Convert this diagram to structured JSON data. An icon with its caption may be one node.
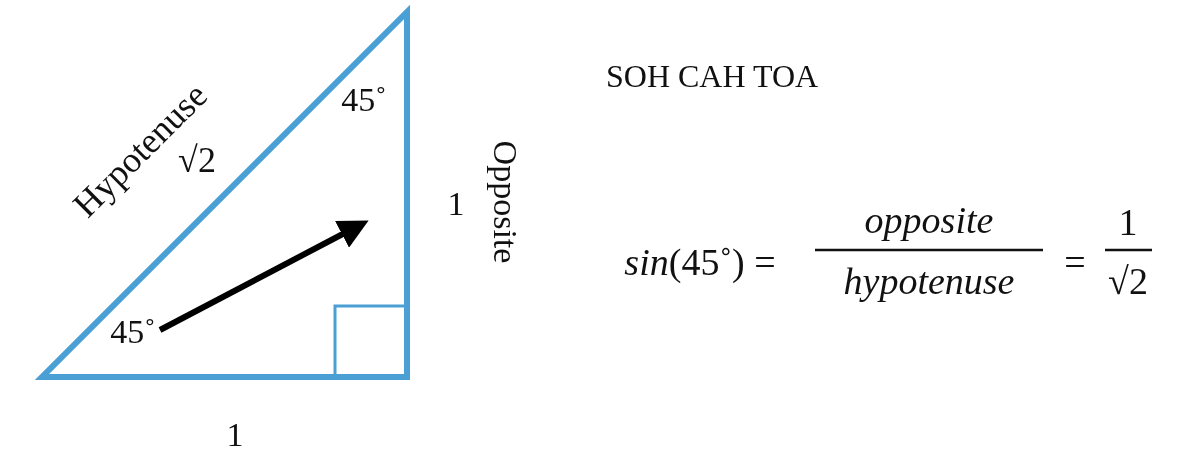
{
  "diagram": {
    "labels": [
      "Hypotenuse",
      "√2",
      "45˚",
      "Opposite",
      "1",
      "45˚",
      "1",
      "SOH CAH TOA",
      "*sin*(45˚) =",
      "opposite",
      "hypotenuse",
      "=",
      "1",
      "√2"
    ]
  }
}
